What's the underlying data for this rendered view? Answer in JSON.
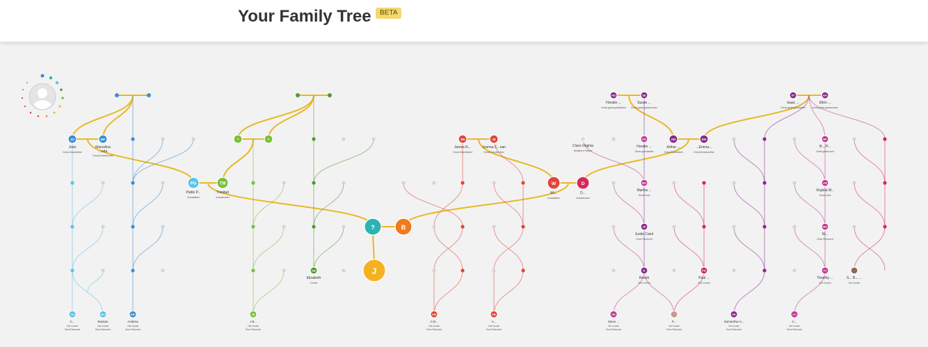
{
  "header": {
    "title": "Your Family Tree",
    "badge": "BETA"
  },
  "avatar_widget": {
    "count": "8"
  },
  "colors": {
    "gold": "#e8b923",
    "teal": "#2ab3b1",
    "orange": "#f07a1e",
    "yellow": "#f4b223",
    "lightblue": "#5bc3e8",
    "blue": "#3b8ed3",
    "green": "#7bbf3a",
    "darkgreen": "#4e9a2b",
    "red": "#e0463a",
    "crimson": "#d6285e",
    "pink": "#c2378f",
    "purple": "#8a2a8a",
    "gray": "#d5d5d5"
  },
  "people": {
    "center_teal": {
      "initials": "?"
    },
    "center_orange": {
      "initials": "B"
    },
    "root": {
      "initials": "J"
    },
    "jose": {
      "initials": "JO",
      "name": "José",
      "relation": "Great-Grandfather"
    },
    "marcelina": {
      "initials": "MF",
      "name": "Marcelina",
      "name2": "...nda",
      "relation": "Great-Grandmother"
    },
    "pablo": {
      "initials": "PG",
      "name": "Pablo P...",
      "relation": "Grandfather"
    },
    "trinidad": {
      "initials": "TM",
      "name": "Trinidad",
      "relation": "Grandmother"
    },
    "james": {
      "initials": "JW",
      "name": "James R...",
      "relation": "Great-Grandfather"
    },
    "joanna": {
      "initials": "JE",
      "name": "Joanna C...nan",
      "relation": "Great-Grandmother"
    },
    "w": {
      "initials": "W",
      "name": "Wi...",
      "relation": "Grandfather"
    },
    "d": {
      "initials": "D",
      "name": "D...",
      "relation": "Grandmother"
    },
    "clara": {
      "name": "Clara Virginia",
      "relation": "Relative's Partner"
    },
    "horatio_top": {
      "initials": "HD",
      "name": "Horatio ...",
      "relation": "Great-great-grandfather"
    },
    "susan_top": {
      "initials": "SE",
      "name": "Susan ...",
      "relation": "Great-great-grandmother"
    },
    "horatio": {
      "initials": "HD",
      "name": "Horatio ...",
      "relation": "Great-grandfather"
    },
    "arthur": {
      "initials": "AD",
      "name": "Arthur ...",
      "relation": "Great-Grandfather"
    },
    "emma": {
      "initials": "EH",
      "name": "...Emma...",
      "relation": "Great-Grandmother"
    },
    "isaac": {
      "initials": "IP",
      "name": "Isaac ...",
      "relation": "Great-great-grandfather"
    },
    "ellen": {
      "initials": "EK",
      "name": "Ellen ...",
      "relation": "Great-great-grandmother"
    },
    "bp": {
      "initials": "BP",
      "name": "B... P...",
      "relation": "Great-grand-aunt"
    },
    "martha": {
      "initials": "MD",
      "name": "Martha ...",
      "relation": "Great-Aunt"
    },
    "virginia": {
      "initials": "VM",
      "name": "Virginia M...",
      "relation": "Great-Aunt"
    },
    "justin": {
      "initials": "JP",
      "name": "Justin Carol",
      "relation": "Once Removed"
    },
    "wc": {
      "initials": "WC",
      "name": "W...",
      "relation": "Once Removed"
    },
    "reesh": {
      "initials": "R",
      "name": "Reesh",
      "relation": "2nd Cousin"
    },
    "paul": {
      "initials": "PG",
      "name": "Paul ...",
      "relation": "2nd Cousin"
    },
    "tc": {
      "initials": "TC",
      "name": "Timothy ...",
      "relation": "2nd Cousin"
    },
    "elizabeth": {
      "initials": "EB",
      "name": "Elizabeth",
      "relation": "Cousin"
    },
    "sec": {
      "name": "S... B... ...",
      "relation": "3rd Cousin"
    }
  },
  "bottom_row": [
    {
      "initials": "CH",
      "name": "C...",
      "relation": "2nd Cousin",
      "relation2": "Once Removed"
    },
    {
      "initials": "BU",
      "name": "Bastian",
      "relation": "2nd Cousin",
      "relation2": "Once Removed"
    },
    {
      "initials": "AW",
      "name": "Andrew",
      "relation": "2nd Cousin",
      "relation2": "Once Removed"
    },
    {
      "initials": "JB",
      "name": "J B...",
      "relation": "2nd Cousin",
      "relation2": "Once Removed"
    },
    {
      "initials": "AM",
      "name": "A M...",
      "relation": "2nd Cousin",
      "relation2": "Once Removed"
    },
    {
      "initials": "AB",
      "name": "A...",
      "relation": "2nd Cousin",
      "relation2": "Once Removed"
    },
    {
      "initials": "SR",
      "name": "Steve ...",
      "relation": "3rd Cousin",
      "relation2": "Once Removed"
    },
    {
      "initials": "",
      "name": "P...",
      "relation": "3rd Cousin",
      "relation2": "Once Removed"
    },
    {
      "initials": "SH",
      "name": "Samantha H...",
      "relation": "3rd Cousin",
      "relation2": "Once Removed"
    },
    {
      "initials": "CC",
      "name": "C...",
      "relation": "3rd Cousin",
      "relation2": "Once Removed"
    }
  ]
}
